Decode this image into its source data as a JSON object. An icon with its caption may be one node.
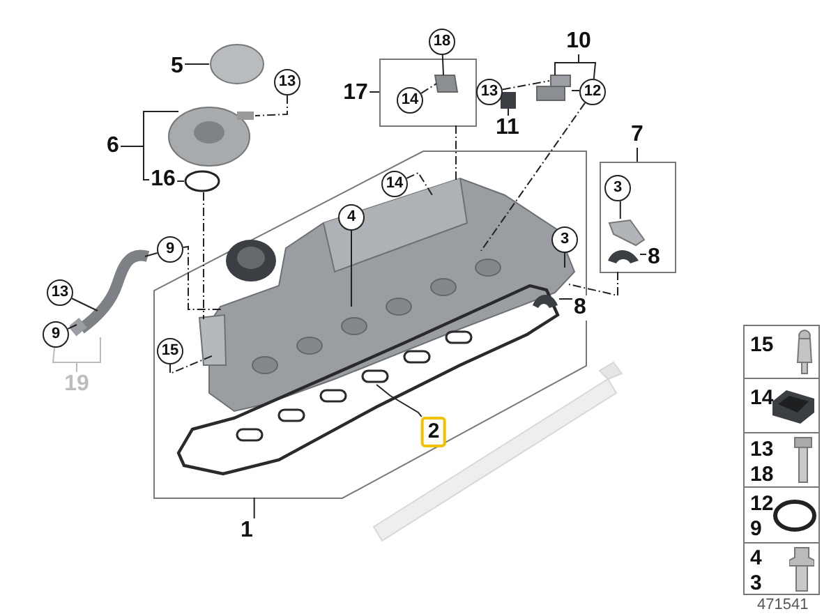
{
  "diagram": {
    "nodes": [
      {
        "text": [
          "18"
        ]
      },
      {
        "text": [
          "10"
        ]
      },
      {
        "text": [],
        "shape": "box"
      },
      {
        "text": [
          "5"
        ]
      },
      {
        "text": [],
        "shape": "circle"
      },
      {
        "text": [
          "13"
        ]
      },
      {
        "text": [
          "17"
        ]
      },
      {
        "text": [
          "13"
        ]
      },
      {
        "text": [
          "12"
        ]
      },
      {
        "text": [
          "14"
        ],
        "in": 2
      },
      {
        "text": [],
        "shape": "box",
        "in": 2
      },
      {
        "text": [],
        "shape": "picture"
      },
      {
        "text": [],
        "shape": "picture"
      },
      {
        "text": [
          "11"
        ]
      },
      {
        "text": [],
        "shape": "picture"
      },
      {
        "text": [
          "7"
        ]
      },
      {
        "text": [
          "6"
        ]
      },
      {
        "text": [],
        "shape": "box"
      },
      {
        "text": [],
        "shape": "box"
      },
      {
        "text": [
          "16"
        ]
      },
      {
        "text": [],
        "shape": "circle"
      },
      {
        "text": [
          "14"
        ],
        "in": 17
      },
      {
        "text": [],
        "shape": "picture",
        "in": 17
      },
      {
        "text": [
          "3"
        ],
        "in": 18
      },
      {
        "text": [],
        "shape": "picture",
        "in": 18
      },
      {
        "text": [
          "4"
        ],
        "in": 22
      },
      {
        "text": [
          "3"
        ],
        "in": 22
      },
      {
        "text": [
          "9"
        ]
      },
      {
        "text": [],
        "shape": "picture"
      },
      {
        "text": [],
        "shape": "picture",
        "in": 18
      },
      {
        "text": [
          "8"
        ],
        "in": 18
      },
      {
        "text": [
          "13"
        ]
      },
      {
        "text": [],
        "shape": "picture",
        "in": 17
      },
      {
        "text": [],
        "shape": "picture",
        "in": 32
      },
      {
        "text": [
          "8"
        ],
        "in": 17
      },
      {
        "text": [
          "9"
        ]
      },
      {
        "text": [
          "15"
        ],
        "in": 17
      },
      {
        "text": [
          "19"
        ]
      },
      {
        "text": [
          "2"
        ],
        "in": 17
      },
      {
        "text": [
          "1"
        ]
      }
    ],
    "edges": [
      {
        "from": 0,
        "to": 10,
        "arrow": "none"
      },
      {
        "from": 1,
        "to": 12,
        "arrow": "none"
      },
      {
        "from": 1,
        "to": 8,
        "arrow": "none"
      },
      {
        "from": 3,
        "to": 4,
        "arrow": "none"
      },
      {
        "from": 5,
        "to": 14,
        "arrow": "none",
        "style": "dashed"
      },
      {
        "from": 6,
        "to": 2,
        "arrow": "none"
      },
      {
        "from": 7,
        "to": 12,
        "arrow": "none",
        "style": "dashed"
      },
      {
        "from": 8,
        "to": 12,
        "arrow": "none"
      },
      {
        "from": 8,
        "to": 22,
        "arrow": "none",
        "style": "dashed"
      },
      {
        "from": 9,
        "to": 10,
        "arrow": "none",
        "style": "dashed"
      },
      {
        "from": 13,
        "to": 11,
        "arrow": "none"
      },
      {
        "from": 15,
        "to": 18,
        "arrow": "none"
      },
      {
        "from": 16,
        "to": 14,
        "arrow": "none"
      },
      {
        "from": 16,
        "to": 19,
        "arrow": "none"
      },
      {
        "from": 19,
        "to": 20,
        "arrow": "none"
      },
      {
        "from": 21,
        "to": 22,
        "arrow": "none",
        "style": "dashed"
      },
      {
        "from": 23,
        "to": 24,
        "arrow": "none"
      },
      {
        "from": 25,
        "to": 22,
        "arrow": "none"
      },
      {
        "from": 26,
        "to": 22,
        "arrow": "none"
      },
      {
        "from": 27,
        "to": 28,
        "arrow": "none"
      },
      {
        "from": 27,
        "to": 22,
        "arrow": "none",
        "style": "dashed"
      },
      {
        "from": 30,
        "to": 29,
        "arrow": "none"
      },
      {
        "from": 31,
        "to": 28,
        "arrow": "none"
      },
      {
        "from": 34,
        "to": 33,
        "arrow": "none"
      },
      {
        "from": 35,
        "to": 28,
        "arrow": "none"
      },
      {
        "from": 36,
        "to": 22,
        "arrow": "none",
        "style": "dashed"
      },
      {
        "from": 37,
        "to": 35,
        "arrow": "none",
        "color": "#bbbbbb"
      },
      {
        "from": 37,
        "to": 28,
        "arrow": "none",
        "color": "#bbbbbb"
      },
      {
        "from": 38,
        "to": 32,
        "arrow": "none"
      },
      {
        "from": 39,
        "to": 17,
        "arrow": "none"
      },
      {
        "from": 20,
        "to": 22,
        "arrow": "none",
        "style": "dashed"
      },
      {
        "from": 2,
        "to": 22,
        "arrow": "none",
        "style": "dashed"
      },
      {
        "from": 18,
        "to": 22,
        "arrow": "none",
        "style": "dashed"
      }
    ],
    "labels": [
      "15",
      "14",
      "13",
      "18",
      "12",
      "9",
      "4",
      "3",
      "471541"
    ]
  }
}
